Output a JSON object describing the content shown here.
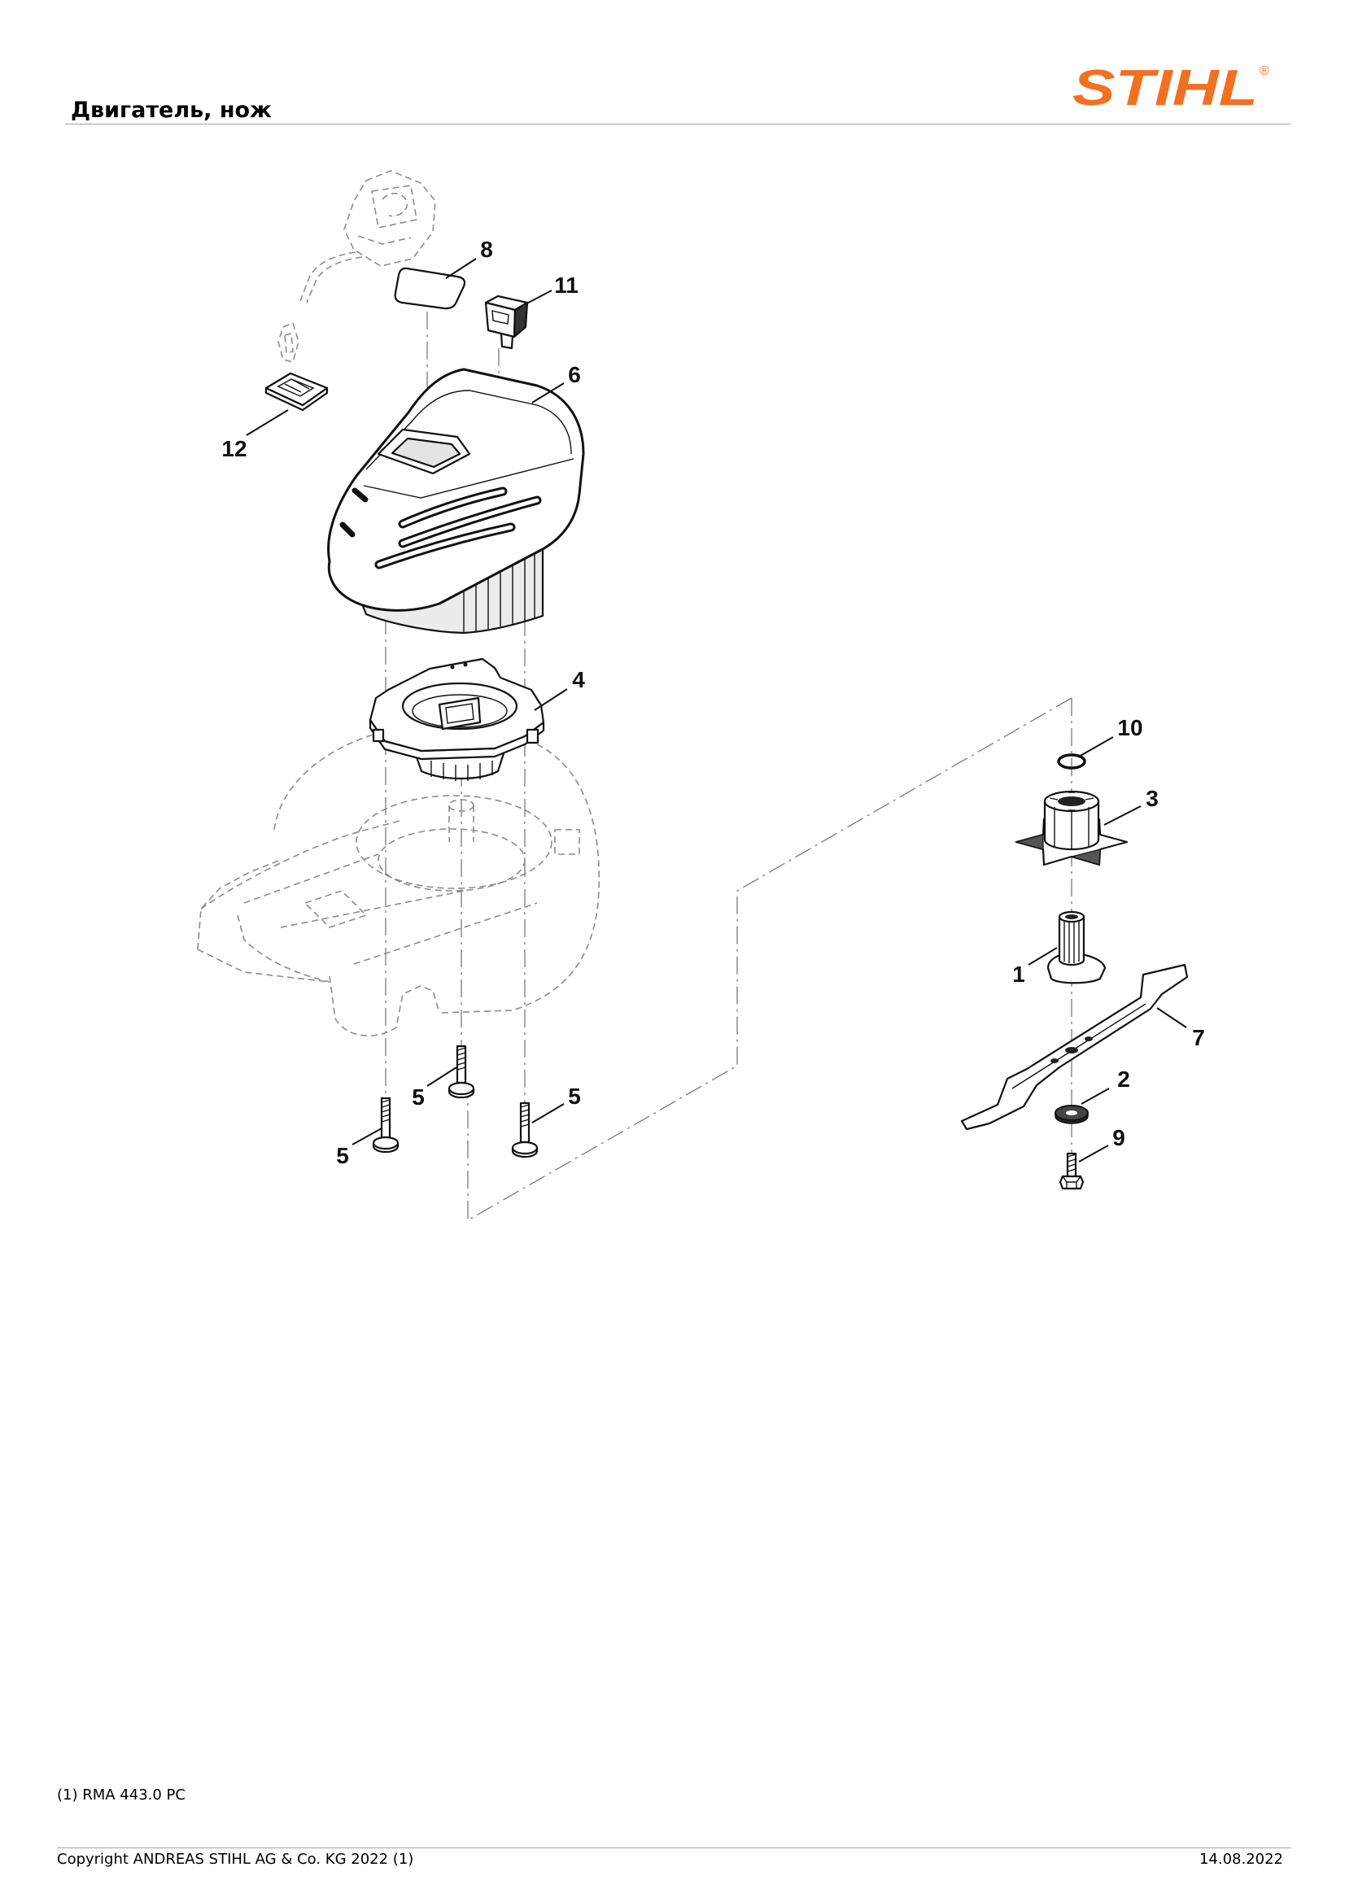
{
  "header": {
    "title": "Двигатель, нож"
  },
  "logo": {
    "text": "STIHL",
    "mark": "®",
    "color": "#f37021"
  },
  "diagram": {
    "callouts": [
      "8",
      "11",
      "6",
      "12",
      "4",
      "10",
      "3",
      "1",
      "7",
      "2",
      "9",
      "5",
      "5",
      "5"
    ]
  },
  "footer": {
    "note": "(1) RMA 443.0 PC",
    "copyright": "Copyright ANDREAS STIHL AG & Co. KG 2022 (1)",
    "date": "14.08.2022"
  }
}
